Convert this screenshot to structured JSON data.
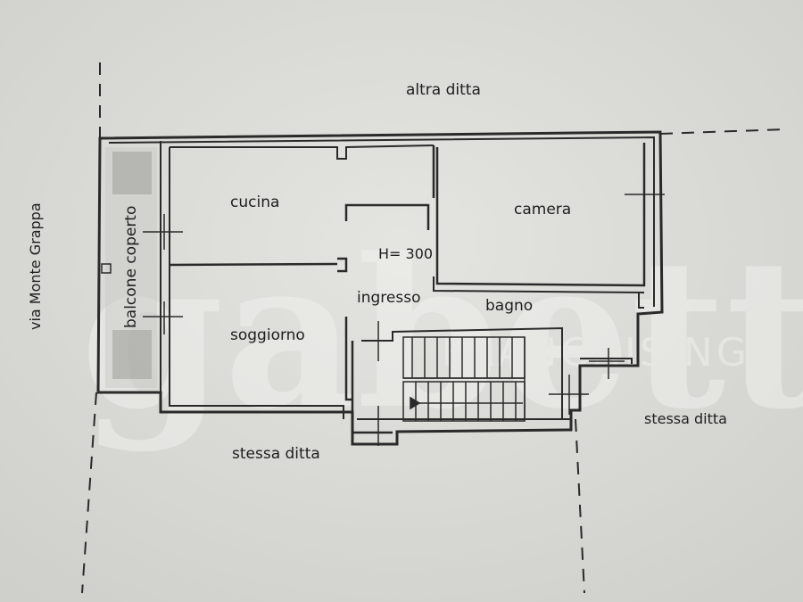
{
  "watermark": {
    "brand": "gabetti",
    "subtitle": "FRANCHISING"
  },
  "labels": {
    "north": "altra ditta",
    "east": "stessa ditta",
    "south": "stessa ditta",
    "street": "via Monte Grappa"
  },
  "rooms": {
    "cucina": "cucina",
    "camera": "camera",
    "height": "H= 300",
    "ingresso": "ingresso",
    "bagno": "bagno",
    "soggiorno": "soggiorno",
    "balcone": "balcone coperto"
  },
  "colors": {
    "paper": "#dcdcd8",
    "ink": "#2a2a2a",
    "watermark": "#ececea"
  }
}
